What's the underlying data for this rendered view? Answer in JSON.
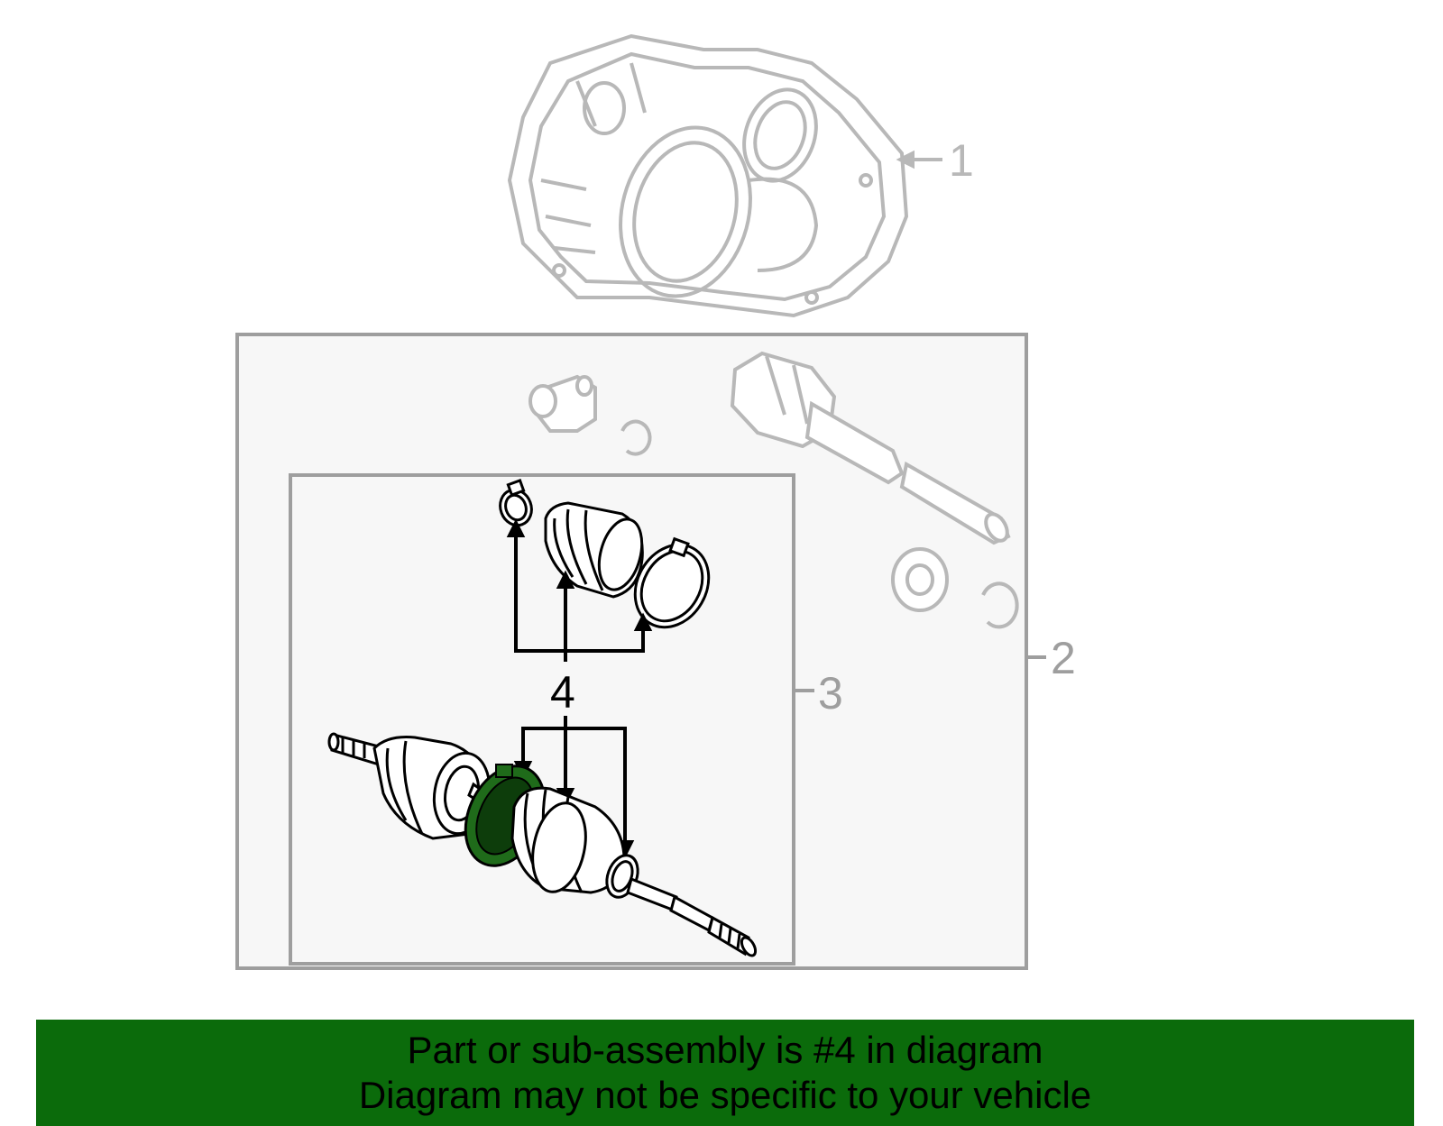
{
  "callouts": {
    "c1": "1",
    "c2": "2",
    "c3": "3",
    "c4": "4"
  },
  "banner": {
    "line1": "Part or sub-assembly is #4 in diagram",
    "line2": "Diagram may not be specific to your vehicle"
  },
  "colors": {
    "highlight": "#1f6b1a",
    "banner_bg": "#0b6b0b",
    "frame": "#9e9e9e",
    "part_outline": "#000000",
    "ghost_part": "#b8b8b8"
  }
}
